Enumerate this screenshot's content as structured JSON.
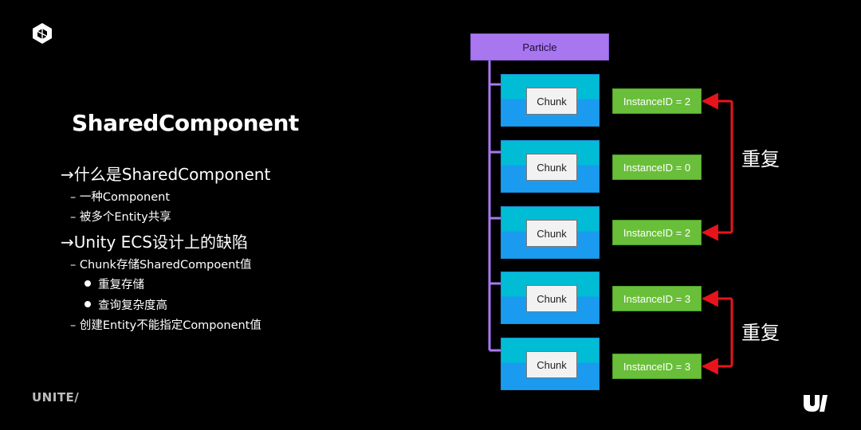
{
  "slide": {
    "title": "SharedComponent",
    "outline": [
      {
        "level": 1,
        "text": "→什么是SharedComponent"
      },
      {
        "level": 2,
        "text": "– 一种Component"
      },
      {
        "level": 2,
        "text": "– 被多个Entity共享"
      },
      {
        "level": 1,
        "text": "→Unity ECS设计上的缺陷"
      },
      {
        "level": 2,
        "text": "– Chunk存储SharedCompoent值"
      },
      {
        "level": 3,
        "text": "重复存储"
      },
      {
        "level": 3,
        "text": "查询复杂度高"
      },
      {
        "level": 2,
        "text": "– 创建Entity不能指定Component值"
      }
    ]
  },
  "diagram": {
    "root": "Particle",
    "chunks": [
      {
        "label": "Chunk",
        "instance": "InstanceID = 2"
      },
      {
        "label": "Chunk",
        "instance": "InstanceID = 0"
      },
      {
        "label": "Chunk",
        "instance": "InstanceID = 2"
      },
      {
        "label": "Chunk",
        "instance": "InstanceID = 3"
      },
      {
        "label": "Chunk",
        "instance": "InstanceID = 3"
      }
    ],
    "duplicate_label_1": "重复",
    "duplicate_label_2": "重复"
  },
  "footer": {
    "brand": "UNITE/"
  },
  "colors": {
    "background": "#000000",
    "particle": "#a877f0",
    "chunk_top": "#00bcd4",
    "chunk_bottom": "#1a9bf0",
    "instance": "#6abf3a",
    "arrow": "#e8141c",
    "connector": "#a877f0"
  },
  "icons": {
    "top_logo": "unity-cube-icon",
    "bottom_logo": "unity-u-logo-icon"
  }
}
